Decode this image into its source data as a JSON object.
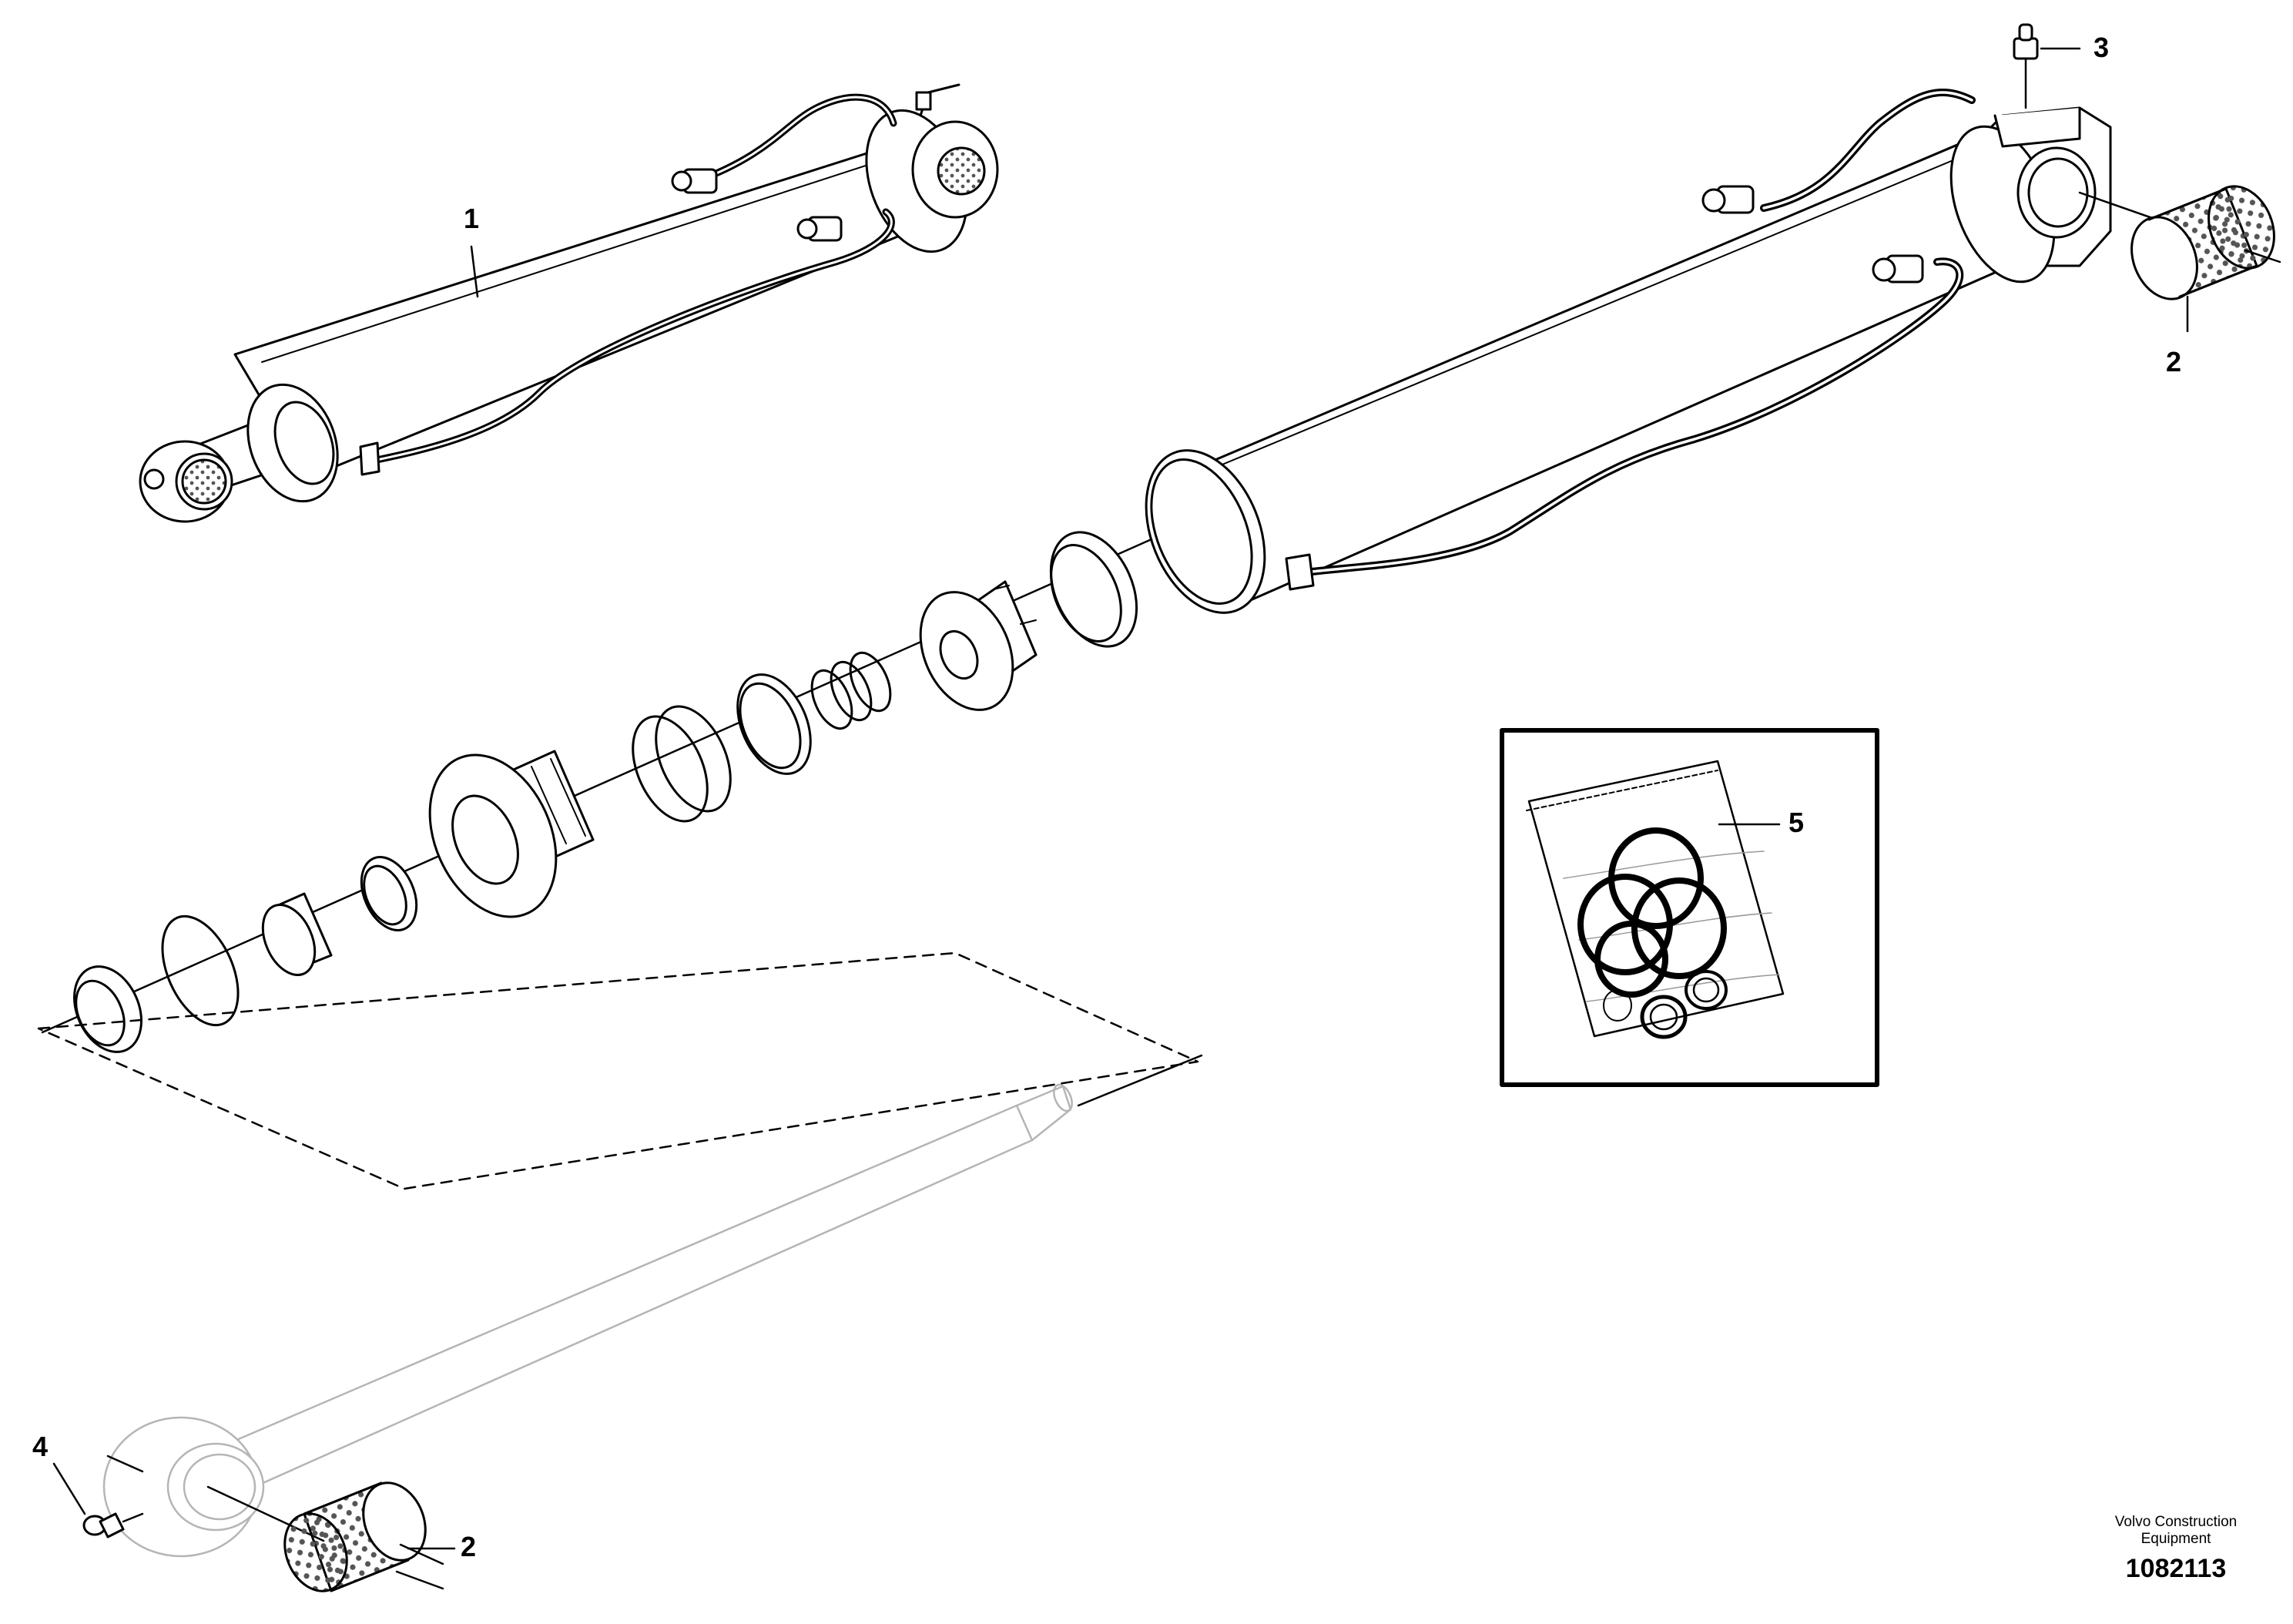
{
  "diagram": {
    "callouts": [
      {
        "id": "c1",
        "label": "1"
      },
      {
        "id": "c2a",
        "label": "2"
      },
      {
        "id": "c2b",
        "label": "2"
      },
      {
        "id": "c3",
        "label": "3"
      },
      {
        "id": "c4",
        "label": "4"
      },
      {
        "id": "c5",
        "label": "5"
      }
    ],
    "credit": {
      "line1": "Volvo Construction",
      "line2": "Equipment",
      "drawing_number": "1082113"
    }
  },
  "colors": {
    "ink": "#000000",
    "paper": "#ffffff",
    "ghost": "#b5b5b5"
  }
}
